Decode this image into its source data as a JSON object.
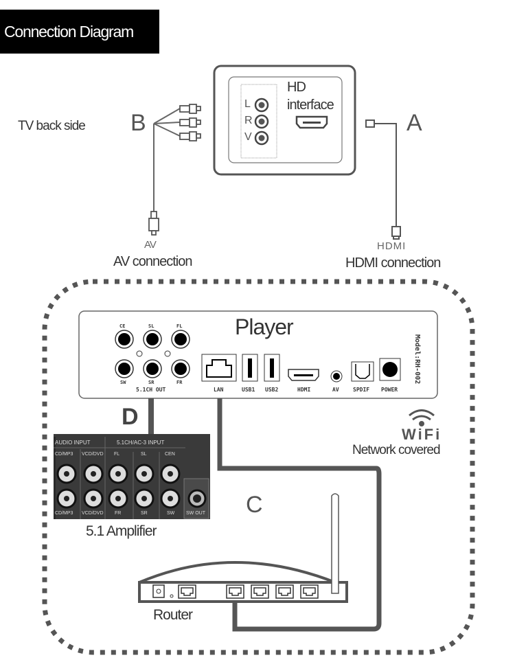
{
  "title": "Connection Diagram",
  "tv": {
    "side_label": "TV back side",
    "jacks": [
      "L",
      "R",
      "V"
    ],
    "hd_label_line1": "HD",
    "hd_label_line2": "interface"
  },
  "connections": {
    "a_letter": "A",
    "b_letter": "B",
    "c_letter": "C",
    "d_letter": "D",
    "av_plug_label": "AV",
    "av_caption": "AV connection",
    "hdmi_plug_label": "HDMI",
    "hdmi_caption": "HDMI connection"
  },
  "player": {
    "title": "Player",
    "model": "Model:RH-002",
    "audio_jacks_top": [
      "CE",
      "SL",
      "FL"
    ],
    "audio_jacks_bottom": [
      "SW",
      "SR",
      "FR"
    ],
    "audio_group_label": "5.1CH OUT",
    "ports": [
      "LAN",
      "USB1",
      "USB2",
      "HDMI",
      "AV",
      "SPDIF",
      "POWER"
    ]
  },
  "wifi": {
    "logo": "WiFi",
    "caption": "Network covered"
  },
  "amplifier": {
    "caption": "5.1 Amplifier",
    "group1": "AUDIO INPUT",
    "group2": "5.1CH/AC-3 INPUT",
    "top_labels": [
      "CD/MP3",
      "VCD/DVD",
      "FL",
      "SL",
      "CEN"
    ],
    "bottom_labels": [
      "CD/MP3",
      "VCD/DVD",
      "FR",
      "SR",
      "SW"
    ],
    "sw_out": "SW OUT"
  },
  "router": {
    "caption": "Router"
  },
  "colors": {
    "line": "#555555",
    "panel": "#3a3a3a"
  }
}
